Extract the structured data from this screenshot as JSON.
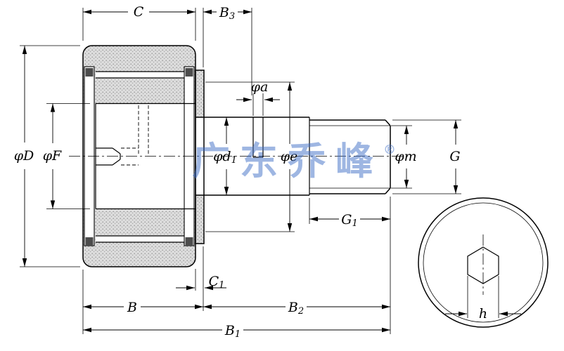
{
  "drawing": {
    "kind": "cam-follower-bearing-technical-drawing",
    "views": [
      "section-view",
      "end-view"
    ]
  },
  "dimensions": {
    "C": {
      "base": "C",
      "sub": ""
    },
    "B3": {
      "base": "B",
      "sub": "3"
    },
    "phi_a": {
      "base": "φa",
      "sub": ""
    },
    "phi_D": {
      "base": "φD",
      "sub": ""
    },
    "phi_F": {
      "base": "φF",
      "sub": ""
    },
    "phi_d1": {
      "base": "φd",
      "sub": "1"
    },
    "phi_e": {
      "base": "φe",
      "sub": ""
    },
    "phi_m": {
      "base": "φm",
      "sub": ""
    },
    "G": {
      "base": "G",
      "sub": ""
    },
    "G1": {
      "base": "G",
      "sub": "1"
    },
    "C1": {
      "base": "C",
      "sub": "1"
    },
    "B": {
      "base": "B",
      "sub": ""
    },
    "B2": {
      "base": "B",
      "sub": "2"
    },
    "B1": {
      "base": "B",
      "sub": "1"
    },
    "h": {
      "base": "h",
      "sub": ""
    }
  },
  "watermark": {
    "text": "广东乔峰",
    "registered": "®",
    "color": "#3f6fc7"
  },
  "colors": {
    "line": "#000000",
    "section_fill": "#dcdcdc",
    "section_dot": "#909090",
    "seal_dark": "#4c4c4c",
    "background": "#ffffff"
  }
}
